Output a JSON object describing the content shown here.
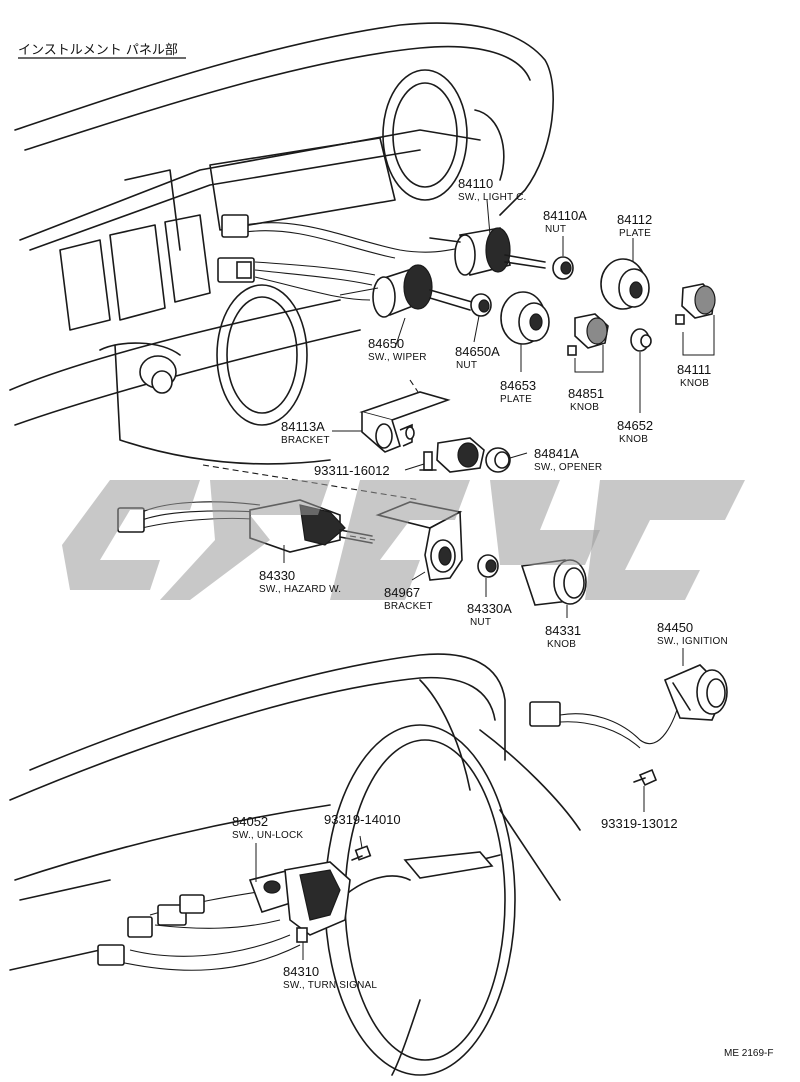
{
  "title": "インストルメント パネル部",
  "figure_ref": "ME 2169-F",
  "parts": {
    "p84110": {
      "num": "84110",
      "name": "SW., LIGHT C."
    },
    "p84110A": {
      "num": "84110A",
      "name": "NUT"
    },
    "p84112": {
      "num": "84112",
      "name": "PLATE"
    },
    "p84111": {
      "num": "84111",
      "name": "KNOB"
    },
    "p84650": {
      "num": "84650",
      "name": "SW., WIPER"
    },
    "p84650A": {
      "num": "84650A",
      "name": "NUT"
    },
    "p84653": {
      "num": "84653",
      "name": "PLATE"
    },
    "p84851": {
      "num": "84851",
      "name": "KNOB"
    },
    "p84652": {
      "num": "84652",
      "name": "KNOB"
    },
    "p84113A": {
      "num": "84113A",
      "name": "BRACKET"
    },
    "p84841A": {
      "num": "84841A",
      "name": "SW., OPENER"
    },
    "p93311": {
      "num": "93311-16012"
    },
    "p84330": {
      "num": "84330",
      "name": "SW., HAZARD W."
    },
    "p84967": {
      "num": "84967",
      "name": "BRACKET"
    },
    "p84330A": {
      "num": "84330A",
      "name": "NUT"
    },
    "p84331": {
      "num": "84331",
      "name": "KNOB"
    },
    "p84450": {
      "num": "84450",
      "name": "SW., IGNITION"
    },
    "p93319b": {
      "num": "93319-13012"
    },
    "p84052": {
      "num": "84052",
      "name": "SW., UN-LOCK"
    },
    "p93319a": {
      "num": "93319-14010"
    },
    "p84310": {
      "num": "84310",
      "name": "SW., TURN SIGNAL"
    }
  }
}
